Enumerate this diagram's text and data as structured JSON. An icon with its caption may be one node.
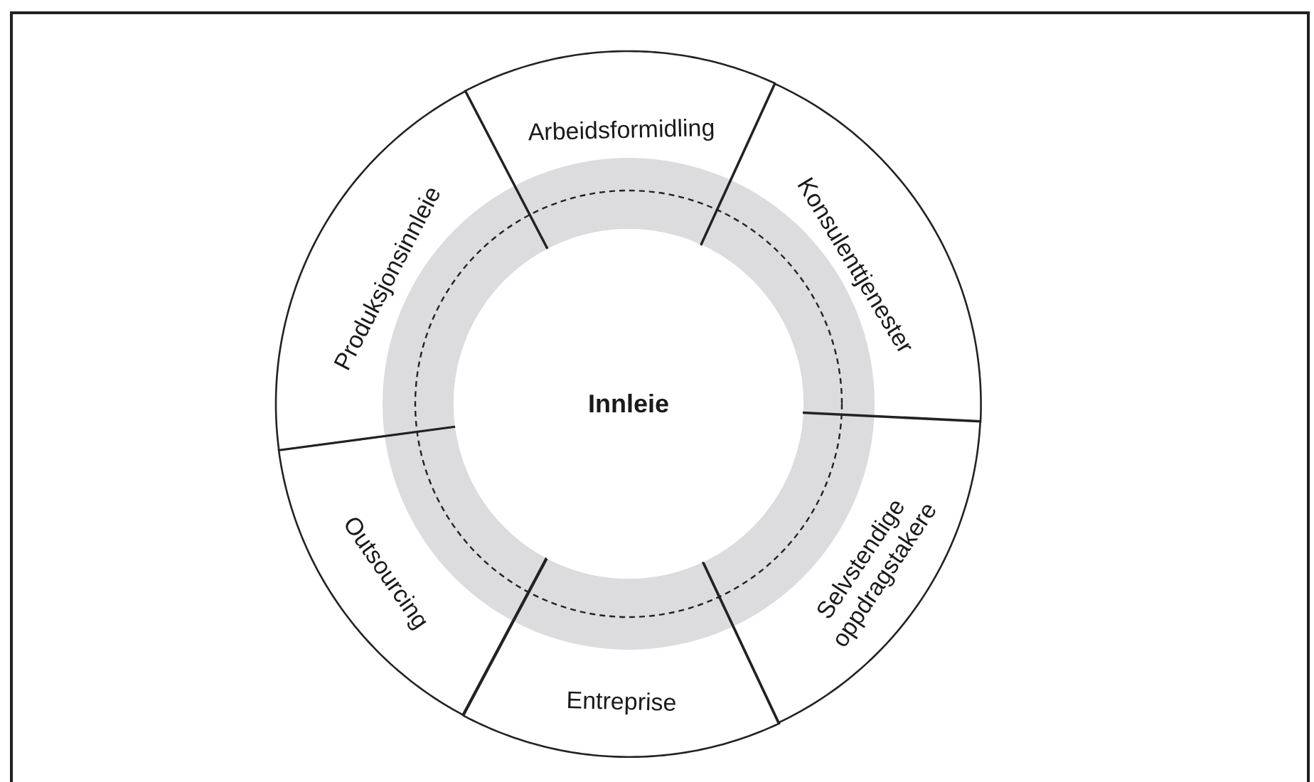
{
  "diagram": {
    "nodes": [
      {
        "text": [
          "Innleie"
        ]
      },
      {
        "text": [
          "Arbeidsformidling"
        ]
      },
      {
        "text": [
          "Konsulenttjenester"
        ]
      },
      {
        "text": [
          "Selvstendige oppdragstakere"
        ]
      },
      {
        "text": [
          "Entreprise"
        ]
      },
      {
        "text": [
          "Outsourcing"
        ]
      },
      {
        "text": [
          "Produksjonsinnleie"
        ]
      }
    ]
  }
}
